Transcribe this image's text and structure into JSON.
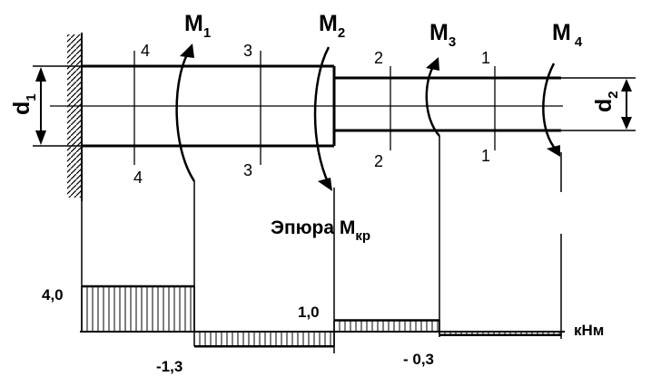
{
  "moments": [
    {
      "letter": "M",
      "index": "1"
    },
    {
      "letter": "M",
      "index": "2"
    },
    {
      "letter": "M",
      "index": "3"
    },
    {
      "letter": "M",
      "index": "4"
    }
  ],
  "sections": [
    "4",
    "3",
    "2",
    "1"
  ],
  "diameters": [
    {
      "letter": "d",
      "index": "1"
    },
    {
      "letter": "d",
      "index": "2"
    }
  ],
  "epure_title": {
    "main": "Эпюра M",
    "sub": "кр"
  },
  "unit": "кНм",
  "chart_data": {
    "type": "bar",
    "values": [
      4.0,
      -1.3,
      1.0,
      -0.3
    ],
    "labels": [
      "4,0",
      "-1,3",
      "1,0",
      "- 0,3"
    ]
  }
}
